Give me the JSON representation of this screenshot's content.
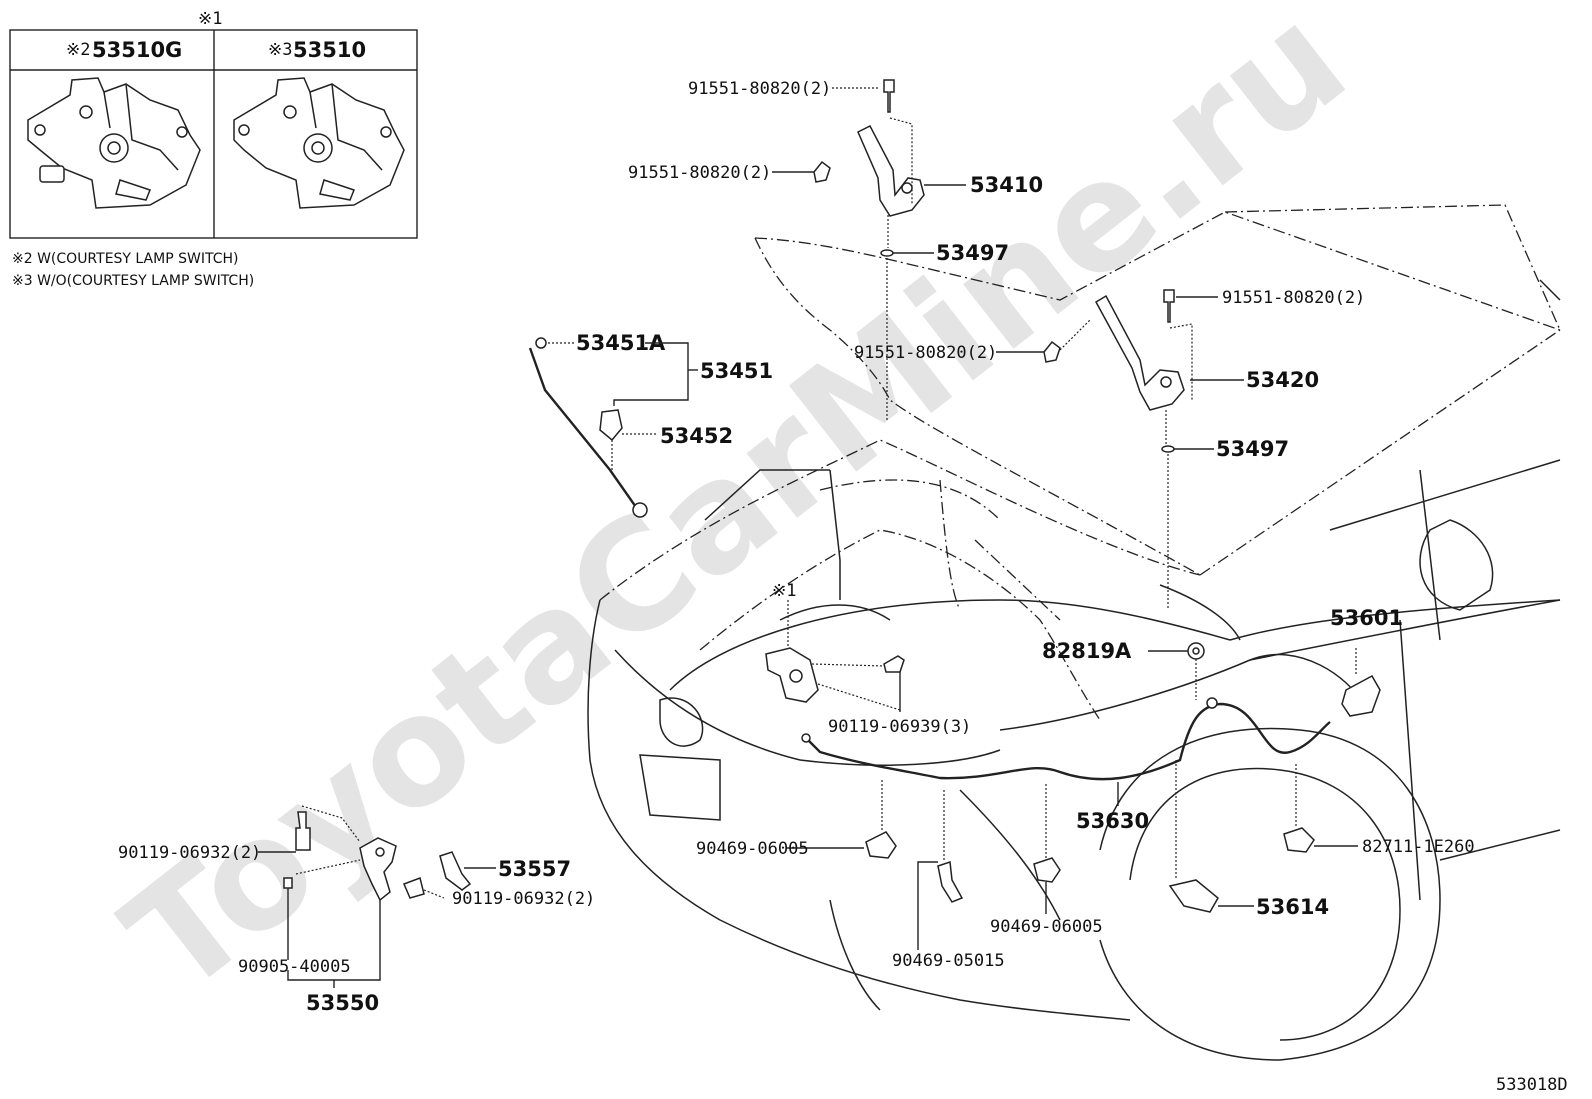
{
  "watermark": "ToyotaCarMine.ru",
  "diagram_id": "533018D",
  "inset": {
    "marker": "※1",
    "col1_marker": "※2",
    "col1_part": "53510G",
    "col2_marker": "※3",
    "col2_part": "53510"
  },
  "notes": {
    "note2": "※2 W(COURTESY LAMP SWITCH)",
    "note3": "※3 W/O(COURTESY LAMP SWITCH)"
  },
  "callouts": {
    "lock_marker": "※1",
    "p91551_a": "91551-80820(2)",
    "p91551_b": "91551-80820(2)",
    "p91551_c": "91551-80820(2)",
    "p91551_d": "91551-80820(2)",
    "p53410": "53410",
    "p53420": "53420",
    "p53497_a": "53497",
    "p53497_b": "53497",
    "p53451A": "53451A",
    "p53451": "53451",
    "p53452": "53452",
    "p82819A": "82819A",
    "p53601": "53601",
    "p90119_3": "90119-06939(3)",
    "p53630": "53630",
    "p90469_06005_a": "90469-06005",
    "p90469_06005_b": "90469-06005",
    "p90469_05015": "90469-05015",
    "p82711": "82711-1E260",
    "p53614": "53614",
    "p90119_06932_a": "90119-06932(2)",
    "p90119_06932_b": "90119-06932(2)",
    "p53557": "53557",
    "p90905": "90905-40005",
    "p53550": "53550"
  }
}
